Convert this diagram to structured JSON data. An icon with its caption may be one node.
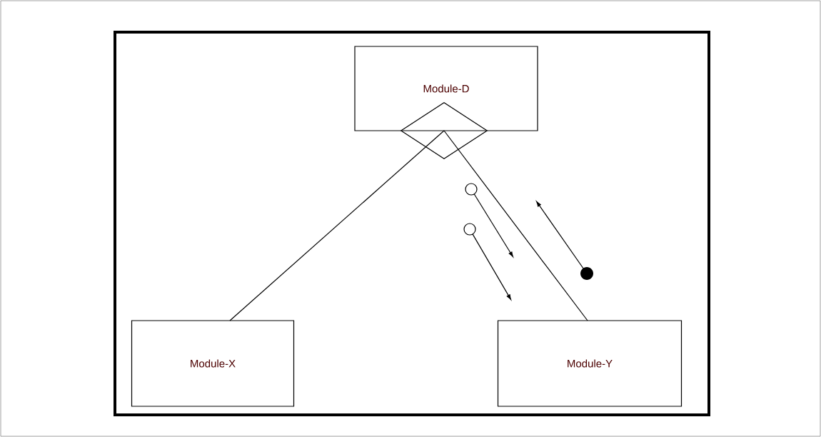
{
  "diagram": {
    "nodes": [
      {
        "text": [
          "Module-D"
        ]
      },
      {
        "text": [
          "Module-X"
        ]
      },
      {
        "text": [
          "Module-Y"
        ]
      },
      {
        "text": [],
        "shape": "diamond"
      }
    ],
    "edges": [
      {
        "from": 3,
        "to": 1,
        "arrow": "none"
      },
      {
        "from": 3,
        "to": 2,
        "arrow": "none"
      }
    ]
  }
}
